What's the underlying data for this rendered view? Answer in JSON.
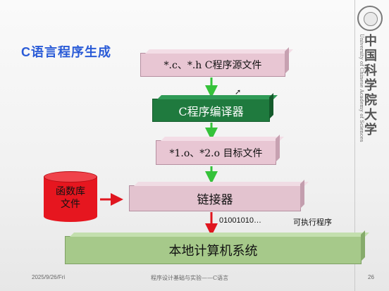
{
  "slide": {
    "title": "C语言程序生成",
    "steps": {
      "source_files": "*.c、*.h  C程序源文件",
      "compiler": "C程序编译器",
      "object_files": "*1.o、*2.o  目标文件",
      "linker": "链接器",
      "system": "本地计算机系统"
    },
    "library": {
      "line1": "函数库",
      "line2": "文件"
    },
    "binary_output": "01001010…",
    "executable_label": "可执行程序"
  },
  "university": {
    "name_cn": "中国科学院大学",
    "name_en": "University of Chinese Academy of Sciences"
  },
  "footer": {
    "date": "2025/9/26/Fri",
    "course": "程序设计基础与实验——C语言",
    "page": "26"
  },
  "colors": {
    "title": "#2a5bd7",
    "compiler_box": "#1f7a3e",
    "file_box": "#e8c6d3",
    "system_box": "#a6c98a",
    "green_arrow": "#35c23a",
    "red_arrow": "#e0161f"
  }
}
